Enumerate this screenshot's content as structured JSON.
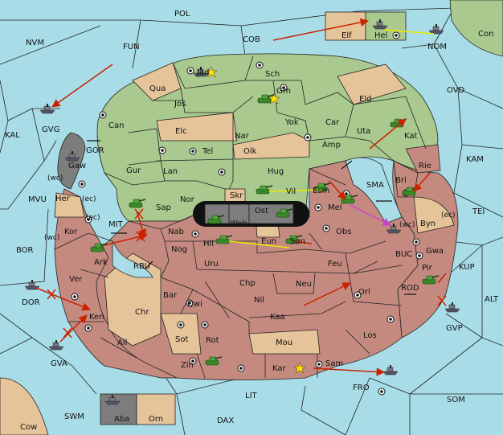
{
  "colors": {
    "sea": "#a8dde8",
    "green": "#a9c98f",
    "red": "#c48a80",
    "tan": "#e6c49a",
    "gray": "#7d7d7d",
    "black": "#111111",
    "order_move": "#cc2200",
    "order_support": "#e8e800",
    "order_convoy": "#cc44cc"
  },
  "sea_labels": [
    {
      "id": "pol",
      "text": "POL"
    },
    {
      "id": "nvm",
      "text": "NVM"
    },
    {
      "id": "fun",
      "text": "FUN"
    },
    {
      "id": "cob",
      "text": "COB"
    },
    {
      "id": "nom",
      "text": "NOM"
    },
    {
      "id": "con",
      "text": "Con"
    },
    {
      "id": "ovd",
      "text": "OVD"
    },
    {
      "id": "kal",
      "text": "KAL"
    },
    {
      "id": "kam",
      "text": "KAM"
    },
    {
      "id": "mvu",
      "text": "MVU"
    },
    {
      "id": "sma",
      "text": "SMA"
    },
    {
      "id": "tei",
      "text": "TEI"
    },
    {
      "id": "bor",
      "text": "BOR"
    },
    {
      "id": "mit",
      "text": "MIT"
    },
    {
      "id": "rbu",
      "text": "RBU"
    },
    {
      "id": "buc",
      "text": "BUC"
    },
    {
      "id": "kup",
      "text": "KUP"
    },
    {
      "id": "alt",
      "text": "ALT"
    },
    {
      "id": "rod",
      "text": "ROD"
    },
    {
      "id": "dor",
      "text": "DOR"
    },
    {
      "id": "gva",
      "text": "GVA"
    },
    {
      "id": "gvg",
      "text": "GVG"
    },
    {
      "id": "gvp",
      "text": "GVP"
    },
    {
      "id": "gor",
      "text": "GOR"
    },
    {
      "id": "fro",
      "text": "FRO"
    },
    {
      "id": "som",
      "text": "SOM"
    },
    {
      "id": "lit",
      "text": "LIT"
    },
    {
      "id": "dax",
      "text": "DAX"
    },
    {
      "id": "swm",
      "text": "SWM"
    },
    {
      "id": "cow",
      "text": "Cow"
    }
  ],
  "land_labels": [
    {
      "id": "jad",
      "text": "Jad"
    },
    {
      "id": "sch",
      "text": "Sch"
    },
    {
      "id": "qua",
      "text": "Qua"
    },
    {
      "id": "grh",
      "text": "Grh"
    },
    {
      "id": "jos",
      "text": "Jos"
    },
    {
      "id": "eld",
      "text": "Eld"
    },
    {
      "id": "can",
      "text": "Can"
    },
    {
      "id": "yok",
      "text": "Yok"
    },
    {
      "id": "car",
      "text": "Car"
    },
    {
      "id": "uta",
      "text": "Uta"
    },
    {
      "id": "kat",
      "text": "Kat"
    },
    {
      "id": "elc",
      "text": "Elc"
    },
    {
      "id": "nar",
      "text": "Nar"
    },
    {
      "id": "amp",
      "text": "Amp"
    },
    {
      "id": "olk",
      "text": "Olk"
    },
    {
      "id": "tel",
      "text": "Tel"
    },
    {
      "id": "gur",
      "text": "Gur"
    },
    {
      "id": "lan",
      "text": "Lan"
    },
    {
      "id": "hug",
      "text": "Hug"
    },
    {
      "id": "gaw",
      "text": "Gaw"
    },
    {
      "id": "rie",
      "text": "Rie"
    },
    {
      "id": "bri",
      "text": "Bri"
    },
    {
      "id": "esm",
      "text": "Esm"
    },
    {
      "id": "vil",
      "text": "Vil"
    },
    {
      "id": "nor",
      "text": "Nor"
    },
    {
      "id": "skr",
      "text": "Skr"
    },
    {
      "id": "her",
      "text": "Her"
    },
    {
      "id": "sap",
      "text": "Sap"
    },
    {
      "id": "ost",
      "text": "Ost"
    },
    {
      "id": "web",
      "text": "Web"
    },
    {
      "id": "mel",
      "text": "Mel"
    },
    {
      "id": "byn",
      "text": "Byn"
    },
    {
      "id": "kor",
      "text": "Kor"
    },
    {
      "id": "nab",
      "text": "Nab"
    },
    {
      "id": "obs",
      "text": "Obs"
    },
    {
      "id": "hil",
      "text": "Hil"
    },
    {
      "id": "eun",
      "text": "Eun"
    },
    {
      "id": "sun",
      "text": "Sun"
    },
    {
      "id": "gwa",
      "text": "Gwa"
    },
    {
      "id": "ark",
      "text": "Ark"
    },
    {
      "id": "nog",
      "text": "Nog"
    },
    {
      "id": "uru",
      "text": "Uru"
    },
    {
      "id": "feu",
      "text": "Feu"
    },
    {
      "id": "pir",
      "text": "Pir"
    },
    {
      "id": "ver",
      "text": "Ver"
    },
    {
      "id": "chp",
      "text": "Chp"
    },
    {
      "id": "neu",
      "text": "Neu"
    },
    {
      "id": "bar",
      "text": "Bar"
    },
    {
      "id": "orl",
      "text": "Orl"
    },
    {
      "id": "qwi",
      "text": "Qwi"
    },
    {
      "id": "nil",
      "text": "Nil"
    },
    {
      "id": "ken",
      "text": "Ken"
    },
    {
      "id": "chr",
      "text": "Chr"
    },
    {
      "id": "kaa",
      "text": "Kaa"
    },
    {
      "id": "los",
      "text": "Los"
    },
    {
      "id": "ail",
      "text": "Ail"
    },
    {
      "id": "sot",
      "text": "Sot"
    },
    {
      "id": "rot",
      "text": "Rot"
    },
    {
      "id": "mou",
      "text": "Mou"
    },
    {
      "id": "zin",
      "text": "Zin"
    },
    {
      "id": "kar",
      "text": "Kar"
    },
    {
      "id": "sam",
      "text": "Sam"
    },
    {
      "id": "elf",
      "text": "Elf"
    },
    {
      "id": "hel",
      "text": "Hel"
    },
    {
      "id": "aba",
      "text": "Aba"
    },
    {
      "id": "orn",
      "text": "Orn"
    }
  ],
  "coast_labels": [
    {
      "id": "wc1",
      "text": "(wc)"
    },
    {
      "id": "ec1",
      "text": "(ec)"
    },
    {
      "id": "ec2",
      "text": "(ec)"
    },
    {
      "id": "wc2",
      "text": "(wc)"
    },
    {
      "id": "wc3",
      "text": "(wc)"
    },
    {
      "id": "ec3",
      "text": "(ec)"
    }
  ]
}
